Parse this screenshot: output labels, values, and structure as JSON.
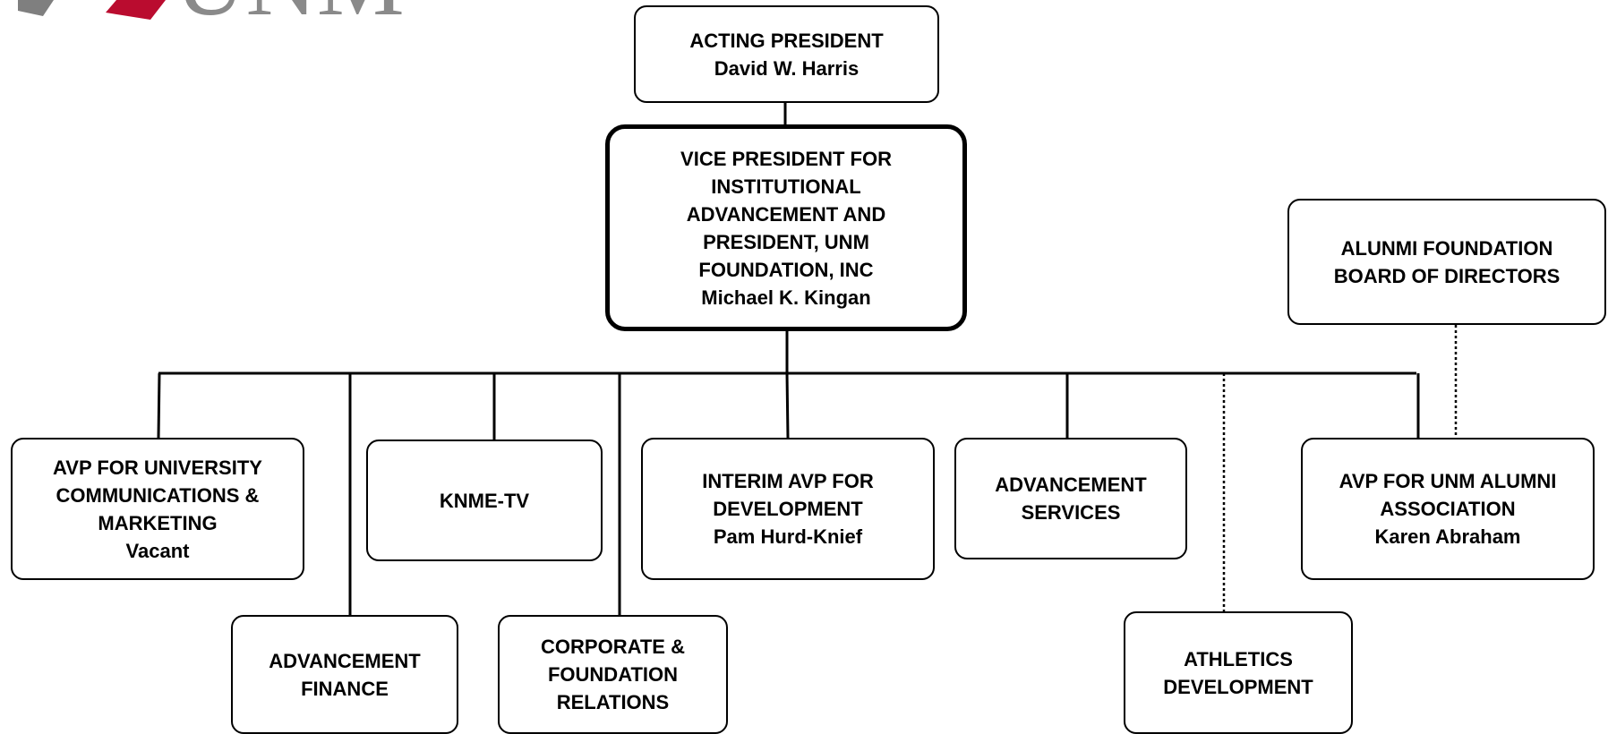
{
  "logo": {
    "text": "UNM",
    "accent_color": "#ba0c2f"
  },
  "nodes": {
    "president": {
      "title": "ACTING PRESIDENT",
      "name": "David W. Harris"
    },
    "vp": {
      "lines": [
        "VICE PRESIDENT FOR",
        "INSTITUTIONAL",
        "ADVANCEMENT AND",
        "PRESIDENT, UNM",
        "FOUNDATION, INC"
      ],
      "name": "Michael K. Kingan"
    },
    "alumni_board": {
      "lines": [
        "ALUNMI FOUNDATION",
        "BOARD OF DIRECTORS"
      ]
    },
    "communications": {
      "lines": [
        "AVP FOR UNIVERSITY",
        "COMMUNICATIONS &",
        "MARKETING"
      ],
      "name": "Vacant"
    },
    "knme": {
      "lines": [
        "KNME-TV"
      ]
    },
    "development": {
      "lines": [
        "INTERIM AVP FOR",
        "DEVELOPMENT"
      ],
      "name": "Pam Hurd-Knief"
    },
    "advancement_services": {
      "lines": [
        "ADVANCEMENT",
        "SERVICES"
      ]
    },
    "alumni_assoc": {
      "lines": [
        "AVP FOR UNM ALUMNI",
        "ASSOCIATION"
      ],
      "name": "Karen Abraham"
    },
    "finance": {
      "lines": [
        "ADVANCEMENT",
        "FINANCE"
      ]
    },
    "corporate": {
      "lines": [
        "CORPORATE &",
        "FOUNDATION",
        "RELATIONS"
      ]
    },
    "athletics": {
      "lines": [
        "ATHLETICS",
        "DEVELOPMENT"
      ]
    }
  }
}
